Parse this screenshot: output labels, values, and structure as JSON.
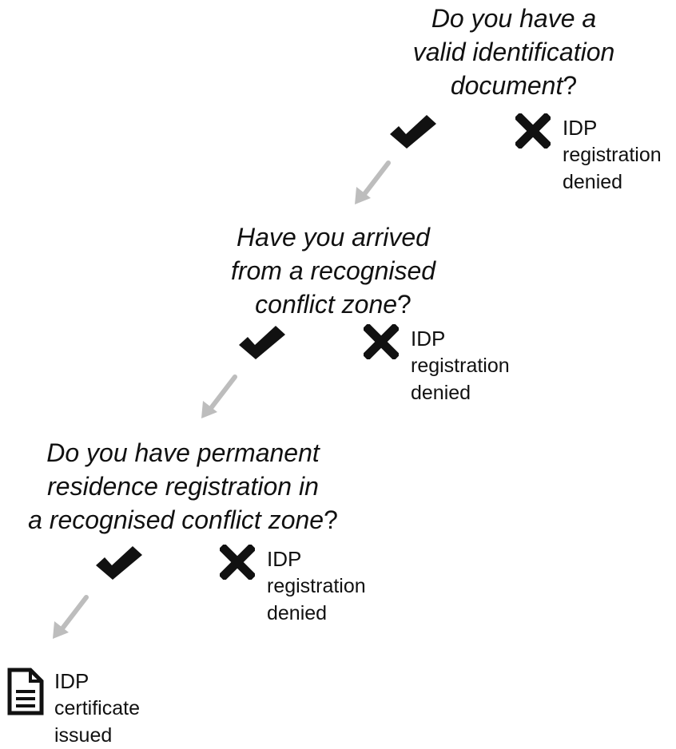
{
  "colors": {
    "text": "#111111",
    "icon": "#111111",
    "arrow": "#bdbdbd",
    "background": "#ffffff"
  },
  "steps": [
    {
      "question": {
        "lines": [
          "Do you have a",
          "valid identification",
          "document"
        ],
        "mark": "?"
      },
      "yes_icon": "check-icon",
      "no_icon": "cross-icon",
      "no_outcome": [
        "IDP",
        "registration",
        "denied"
      ],
      "next_arrow": "arrow-down-left-icon"
    },
    {
      "question": {
        "lines": [
          "Have you arrived",
          "from a recognised",
          "conflict zone"
        ],
        "mark": "?"
      },
      "yes_icon": "check-icon",
      "no_icon": "cross-icon",
      "no_outcome": [
        "IDP",
        "registration",
        "denied"
      ],
      "next_arrow": "arrow-down-left-icon"
    },
    {
      "question": {
        "lines": [
          "Do you have permanent",
          "residence registration in",
          "a recognised conflict zone"
        ],
        "mark": "?"
      },
      "yes_icon": "check-icon",
      "no_icon": "cross-icon",
      "no_outcome": [
        "IDP",
        "registration",
        "denied"
      ],
      "next_arrow": "arrow-down-left-icon"
    }
  ],
  "final": {
    "icon": "document-icon",
    "text": [
      "IDP",
      "certificate",
      "issued"
    ]
  }
}
